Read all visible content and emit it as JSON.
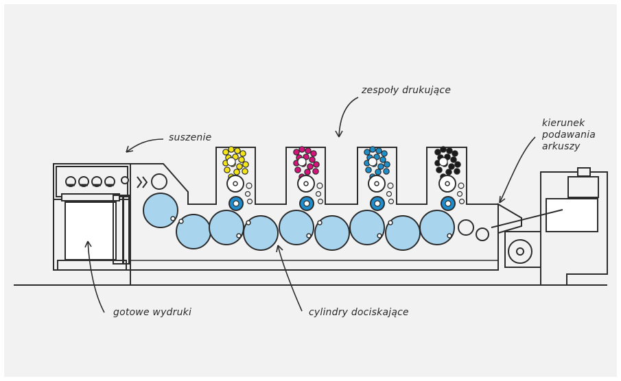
{
  "labels": {
    "printing_units": "zespoły drukujące",
    "drying": "suszenie",
    "sheet_feed_line1": "kierunek",
    "sheet_feed_line2": "podawania",
    "sheet_feed_line3": "arkuszy",
    "finished_prints": "gotowe wydruki",
    "impression_cylinders": "cylindry dociskające"
  },
  "colors": {
    "background": "#f2f2f2",
    "outline": "#2b2b2b",
    "cylinder": "#a9d4ee",
    "inner_roller": "#1f8ccc",
    "yellow": "#f4e418",
    "magenta": "#d3147a",
    "cyan": "#1e8fc9",
    "black": "#1a1a1a"
  },
  "units": [
    "yellow",
    "magenta",
    "cyan",
    "black"
  ]
}
